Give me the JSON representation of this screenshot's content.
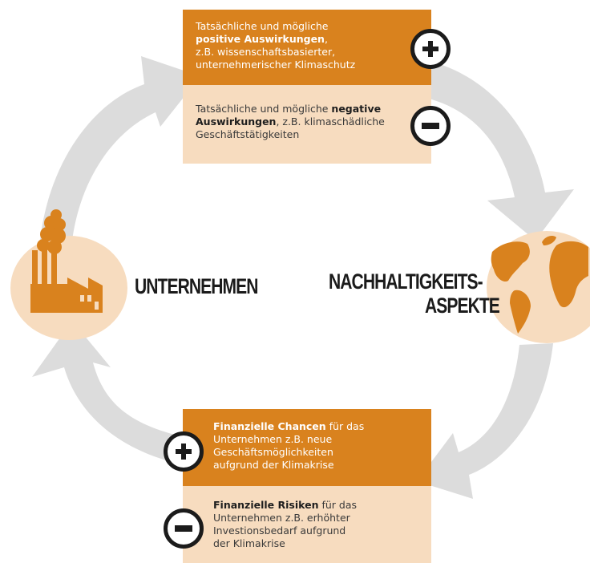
{
  "company_label": "UNTERNEHMEN",
  "sustainability_label": {
    "line1": "NACHHALTIGKEITS-",
    "line2": "ASPEKTE"
  },
  "top_positive": {
    "line1": "Tatsächliche und mögliche",
    "bold": "positive Auswirkungen",
    "after_bold": ",",
    "line3": "z.B. wissenschaftsbasierter,",
    "line4": "unternehmerischer Klimaschutz"
  },
  "top_negative": {
    "prefix": "Tatsächliche und mögliche ",
    "bold1": "negative",
    "bold2": "Auswirkungen",
    "suffix": ", z.B. klimaschädliche",
    "line3": "Geschäftstätigkeiten"
  },
  "bottom_positive": {
    "bold": "Finanzielle Chancen",
    "suffix": " für das",
    "line2": "Unternehmen z.B. neue",
    "line3": "Geschäftsmöglichkeiten",
    "line4": "aufgrund der Klimakrise"
  },
  "bottom_negative": {
    "bold": "Finanzielle Risiken",
    "suffix": " für das",
    "line2": "Unternehmen z.B. erhöhter",
    "line3": "Investionsbedarf aufgrund",
    "line4": "der Klimakrise"
  },
  "colors": {
    "accent_dark": "#d9821e",
    "accent_light": "#f7dcbf",
    "arrow_gray": "#dcdcdc",
    "circle_bg": "#f7dcbf",
    "text_dark": "#1b1b1b"
  },
  "icons": [
    "factory-icon",
    "globe-icon",
    "plus-icon",
    "minus-icon",
    "cycle-arrow"
  ]
}
